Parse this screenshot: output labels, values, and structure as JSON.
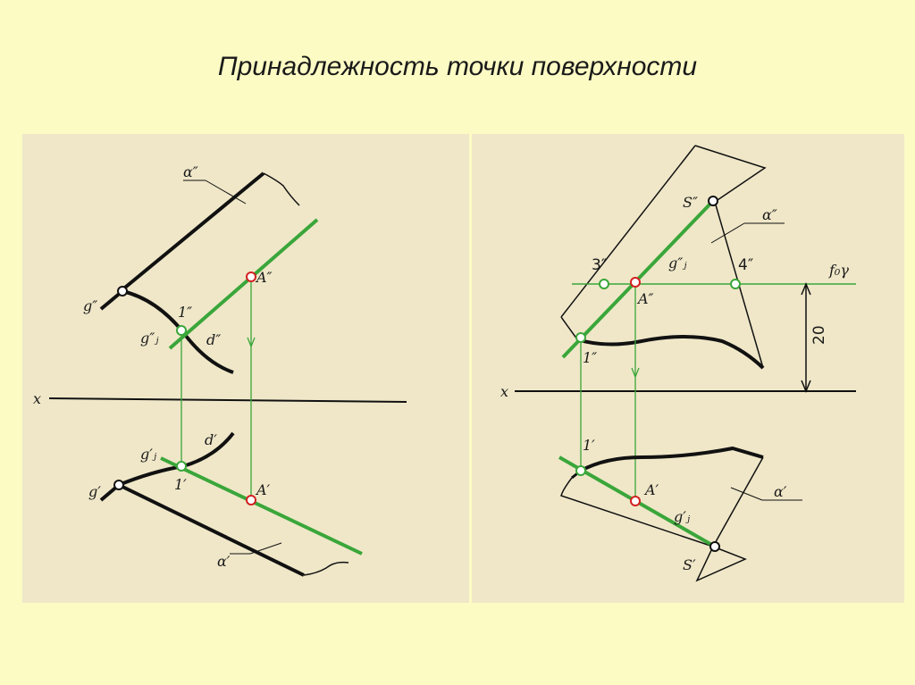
{
  "title": "Принадлежность точки поверхности",
  "colors": {
    "background": "#fcfbc4",
    "panel": "#efe7c8",
    "line": "#111111",
    "green": "#3aa63a",
    "point_red": "#d42020"
  },
  "left": {
    "alpha2": "α″",
    "alpha1": "α′",
    "g2": "g″",
    "g1": "g′",
    "gj2": "g″ⱼ",
    "gj1": "g′ⱼ",
    "p1_2": "1″",
    "p1_1": "1′",
    "A2": "A″",
    "A1": "A′",
    "d2": "d″",
    "d1": "d′",
    "x": "x"
  },
  "right": {
    "S2": "S″",
    "S1": "S′",
    "alpha2": "α″",
    "alpha1": "α′",
    "gj2": "g″ⱼ",
    "gj1": "g′ⱼ",
    "p3": "3″",
    "p4": "4″",
    "A2": "A″",
    "A1": "A′",
    "p1_2": "1″",
    "p1_1": "1′",
    "f0g": "f₀γ",
    "dim": "20",
    "x": "x"
  }
}
